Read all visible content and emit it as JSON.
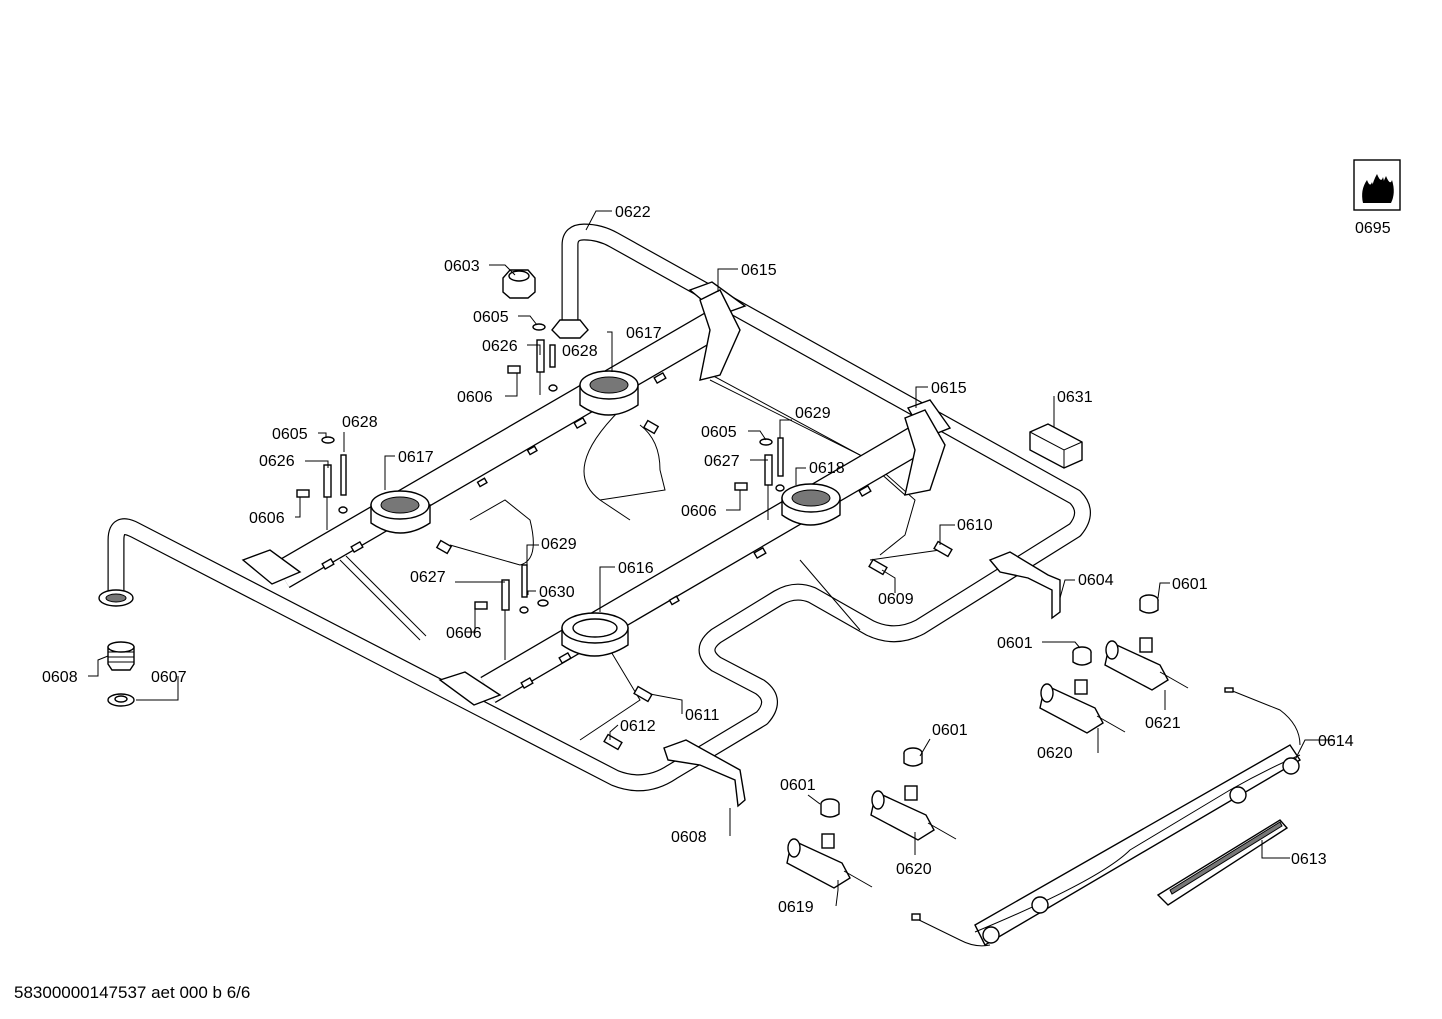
{
  "diagram": {
    "callouts": [
      {
        "id": "c0622",
        "label": "0622"
      },
      {
        "id": "c0603",
        "label": "0603"
      },
      {
        "id": "c0615a",
        "label": "0615"
      },
      {
        "id": "c0605a",
        "label": "0605"
      },
      {
        "id": "c0626a",
        "label": "0626"
      },
      {
        "id": "c0628a",
        "label": "0628"
      },
      {
        "id": "c0617a",
        "label": "0617"
      },
      {
        "id": "c0606a",
        "label": "0606"
      },
      {
        "id": "c0615b",
        "label": "0615"
      },
      {
        "id": "c0631",
        "label": "0631"
      },
      {
        "id": "c0605b",
        "label": "0605"
      },
      {
        "id": "c0628b",
        "label": "0628"
      },
      {
        "id": "c0626b",
        "label": "0626"
      },
      {
        "id": "c0617b",
        "label": "0617"
      },
      {
        "id": "c0606b",
        "label": "0606"
      },
      {
        "id": "c0605c",
        "label": "0605"
      },
      {
        "id": "c0629a",
        "label": "0629"
      },
      {
        "id": "c0627a",
        "label": "0627"
      },
      {
        "id": "c0618",
        "label": "0618"
      },
      {
        "id": "c0606c",
        "label": "0606"
      },
      {
        "id": "c0610",
        "label": "0610"
      },
      {
        "id": "c0629b",
        "label": "0629"
      },
      {
        "id": "c0627b",
        "label": "0627"
      },
      {
        "id": "c0616",
        "label": "0616"
      },
      {
        "id": "c0630",
        "label": "0630"
      },
      {
        "id": "c0606d",
        "label": "0606"
      },
      {
        "id": "c0609",
        "label": "0609"
      },
      {
        "id": "c0604",
        "label": "0604"
      },
      {
        "id": "c0601a",
        "label": "0601"
      },
      {
        "id": "c0601b",
        "label": "0601"
      },
      {
        "id": "c0608a",
        "label": "0608"
      },
      {
        "id": "c0607",
        "label": "0607"
      },
      {
        "id": "c0621",
        "label": "0621"
      },
      {
        "id": "c0611",
        "label": "0611"
      },
      {
        "id": "c0620a",
        "label": "0620"
      },
      {
        "id": "c0612",
        "label": "0612"
      },
      {
        "id": "c0601c",
        "label": "0601"
      },
      {
        "id": "c0614",
        "label": "0614"
      },
      {
        "id": "c0601d",
        "label": "0601"
      },
      {
        "id": "c0608b",
        "label": "0608"
      },
      {
        "id": "c0620b",
        "label": "0620"
      },
      {
        "id": "c0613",
        "label": "0613"
      },
      {
        "id": "c0619",
        "label": "0619"
      },
      {
        "id": "c0695",
        "label": "0695"
      }
    ],
    "footer": "58300000147537 aet 000 b 6/6",
    "icon": "gas-flame-icon"
  }
}
